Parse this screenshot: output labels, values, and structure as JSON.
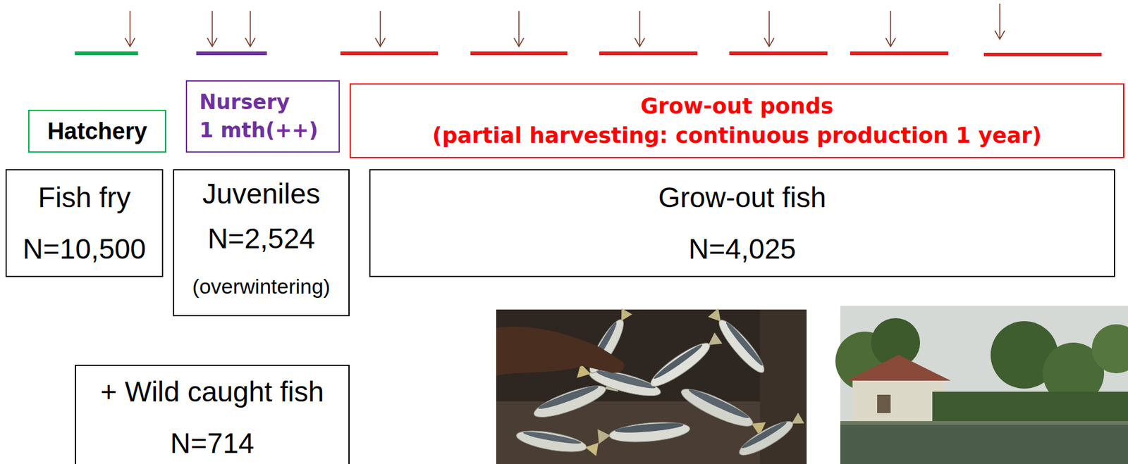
{
  "diagram": {
    "nodes": [
      {
        "text": [
          "Hatchery"
        ]
      },
      {
        "text": [
          "Nursery",
          "1 mth(++)"
        ]
      },
      {
        "text": [
          "Grow-out ponds",
          "(partial harvesting: continuous production 1 year)"
        ]
      },
      {
        "text": [
          "Fish fry",
          "N=10,500"
        ]
      },
      {
        "text": [
          "Juveniles",
          "N=2,524",
          "(overwintering)"
        ]
      },
      {
        "text": [
          "Grow-out fish",
          "N=4,025"
        ]
      },
      {
        "text": [
          "+ Wild caught fish",
          "N=714"
        ]
      }
    ]
  }
}
